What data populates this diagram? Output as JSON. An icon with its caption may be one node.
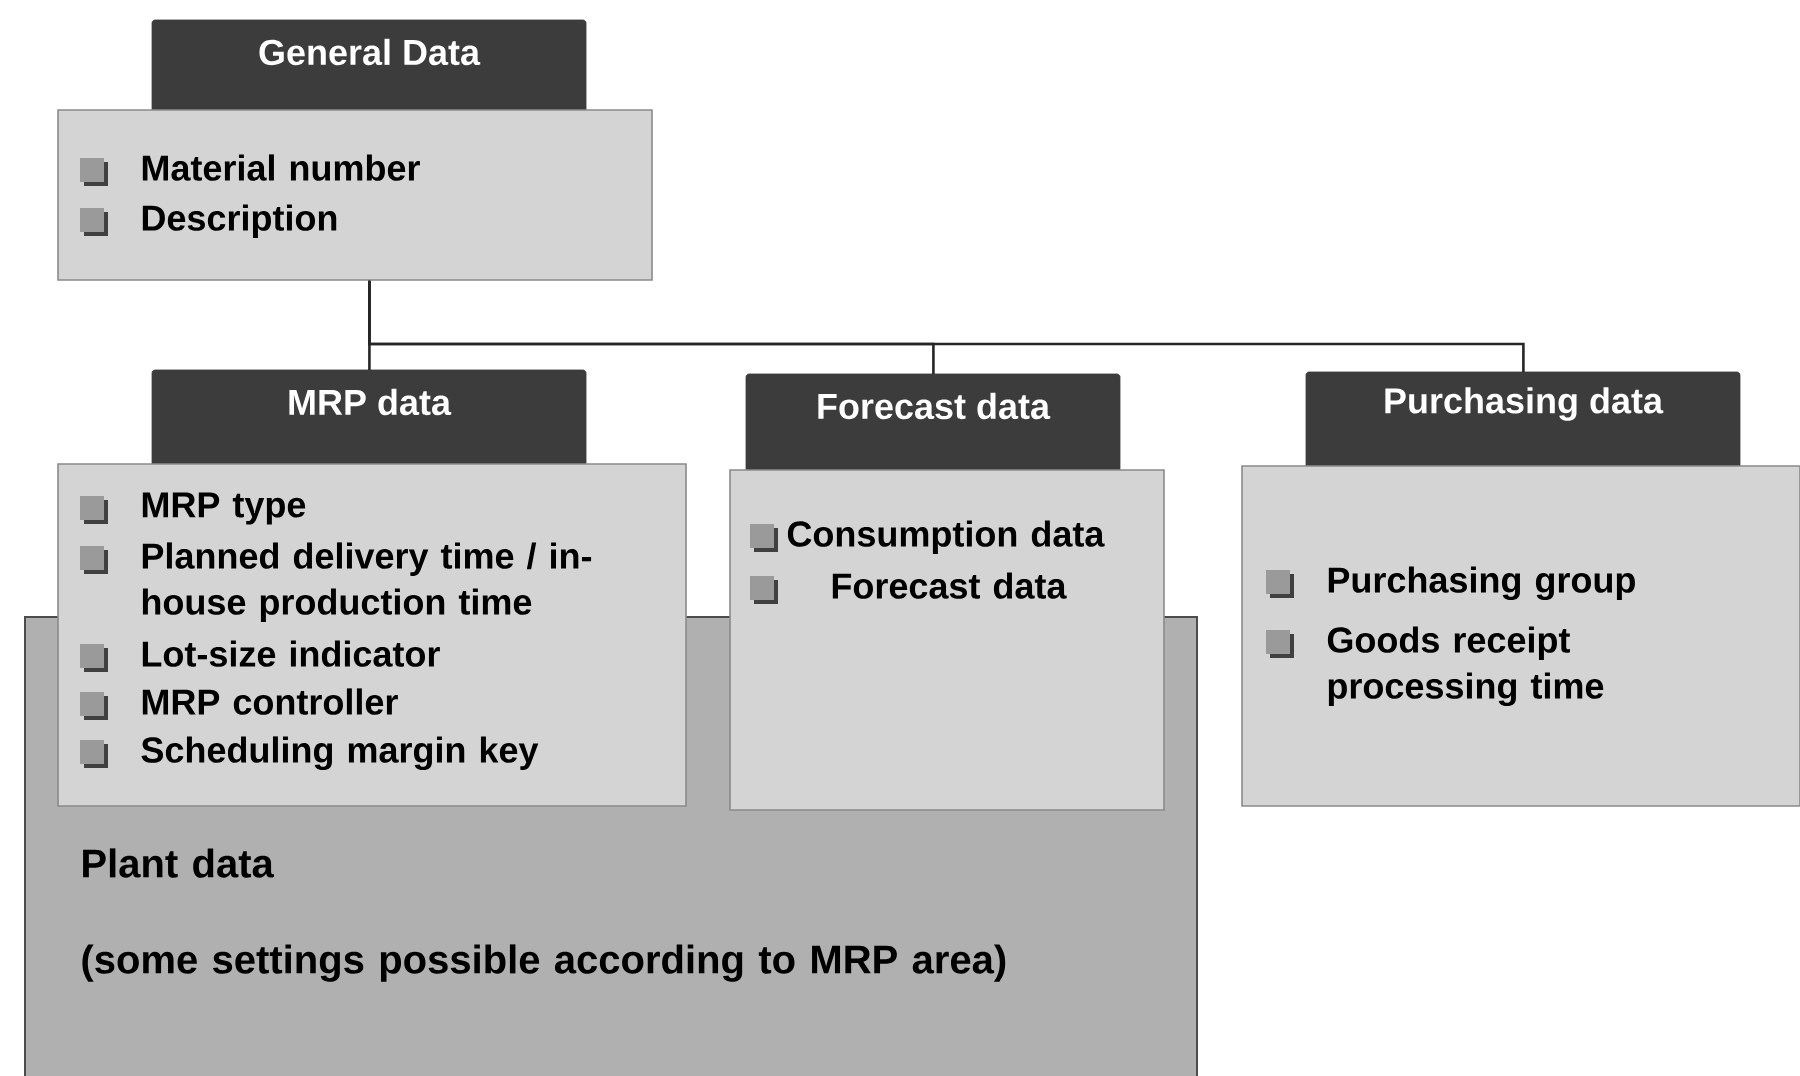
{
  "diagram": {
    "nodes": [
      {
        "text": [
          "General Data",
          "Material number",
          "Description"
        ]
      },
      {
        "text": [
          "MRP data",
          "MRP type",
          "Planned delivery time / in-house production time",
          "Lot-size indicator",
          "MRP controller",
          "Scheduling margin key"
        ]
      },
      {
        "text": [
          "Forecast data",
          "Consumption data",
          "Forecast data"
        ]
      },
      {
        "text": [
          "Purchasing data",
          "Purchasing group",
          "Goods receipt processing time"
        ]
      },
      {
        "text": [
          "Plant data",
          "(some settings possible according to MRP area)"
        ]
      }
    ],
    "edges": [
      {
        "from": 0,
        "to": 1,
        "arrow": "none"
      },
      {
        "from": 0,
        "to": 2,
        "arrow": "none"
      },
      {
        "from": 0,
        "to": 3,
        "arrow": "none"
      }
    ]
  }
}
